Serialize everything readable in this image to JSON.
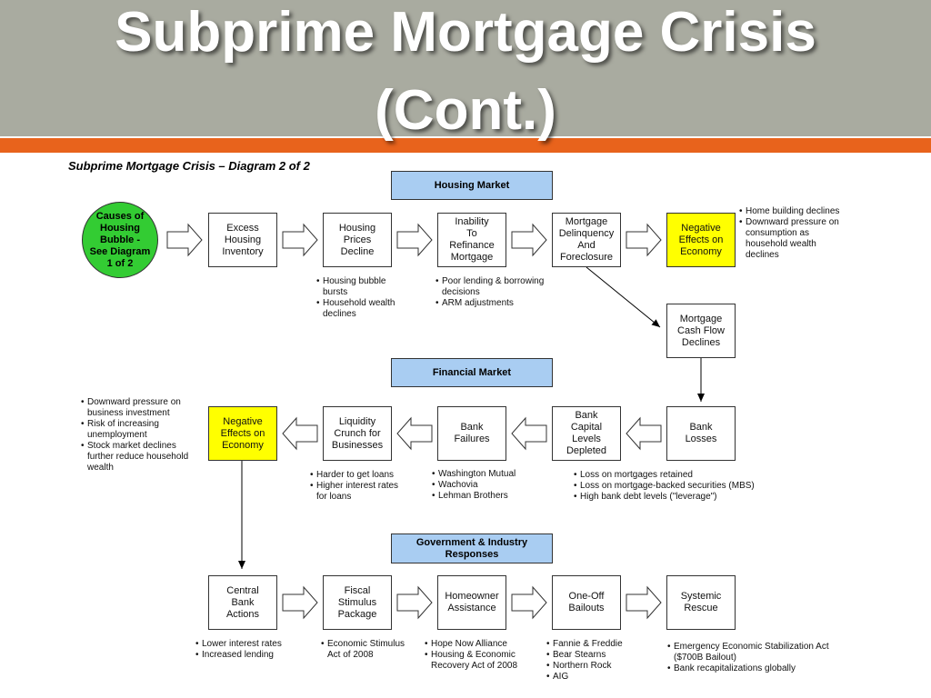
{
  "slide": {
    "title_line1": "Subprime Mortgage Crisis",
    "title_line2": "(Cont.)",
    "subtitle": "Subprime Mortgage Crisis – Diagram 2 of 2"
  },
  "headers": {
    "housing": "Housing Market",
    "financial": "Financial Market",
    "government": "Government & Industry\nResponses"
  },
  "row1": {
    "causes": "Causes of\nHousing\nBubble -\nSee Diagram\n1 of 2",
    "excess": "Excess\nHousing\nInventory",
    "prices": "Housing\nPrices\nDecline",
    "inability": "Inability\nTo\nRefinance\nMortgage",
    "delinquency": "Mortgage\nDelinquency\nAnd\nForeclosure",
    "negative": "Negative\nEffects on\nEconomy",
    "cashflow": "Mortgage\nCash Flow\nDeclines",
    "prices_notes": [
      "Housing bubble bursts",
      "Household wealth declines"
    ],
    "inability_notes": [
      "Poor lending & borrowing decisions",
      "ARM adjustments"
    ],
    "negative_notes": [
      "Home building declines",
      "Downward pressure on consumption as household wealth declines"
    ]
  },
  "row2": {
    "negative": "Negative\nEffects on\nEconomy",
    "liquidity": "Liquidity\nCrunch for\nBusinesses",
    "failures": "Bank\nFailures",
    "capital": "Bank\nCapital\nLevels\nDepleted",
    "losses": "Bank\nLosses",
    "negative_notes": [
      "Downward pressure on business investment",
      "Risk of increasing unemployment",
      "Stock market declines further reduce household wealth"
    ],
    "liquidity_notes": [
      "Harder to get loans",
      "Higher interest rates for loans"
    ],
    "failures_notes": [
      "Washington Mutual",
      "Wachovia",
      "Lehman Brothers"
    ],
    "capital_notes": [
      "Loss on mortgages retained",
      "Loss on mortgage-backed securities (MBS)",
      "High bank debt levels (\"leverage\")"
    ]
  },
  "row3": {
    "central": "Central\nBank\nActions",
    "fiscal": "Fiscal\nStimulus\nPackage",
    "homeowner": "Homeowner\nAssistance",
    "bailouts": "One-Off\nBailouts",
    "rescue": "Systemic\nRescue",
    "central_notes": [
      "Lower interest rates",
      "Increased lending"
    ],
    "fiscal_notes": [
      "Economic Stimulus Act of 2008"
    ],
    "homeowner_notes": [
      "Hope Now Alliance",
      "Housing & Economic Recovery Act of 2008"
    ],
    "bailouts_notes": [
      "Fannie & Freddie",
      "Bear Stearns",
      "Northern Rock",
      "AIG"
    ],
    "rescue_notes": [
      "Emergency Economic Stabilization Act ($700B Bailout)",
      "Bank recapitalizations globally"
    ]
  },
  "colors": {
    "band": "#a9aba0",
    "accent": "#e8631c",
    "header": "#a9cdf2",
    "highlight": "#ffff00",
    "start": "#33cc33"
  }
}
